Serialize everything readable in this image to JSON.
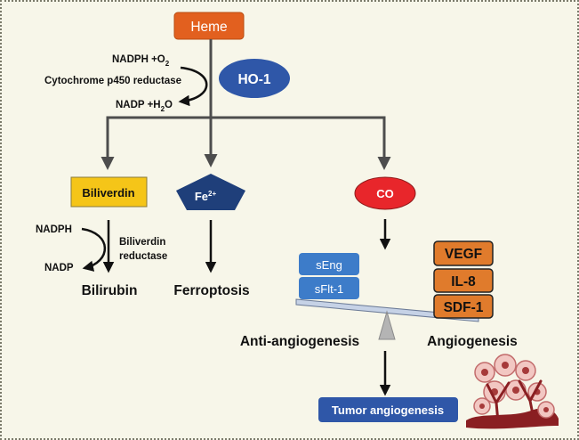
{
  "nodes": {
    "heme": "Heme",
    "ho1": "HO-1",
    "biliverdin": "Biliverdin",
    "fe": "Fe",
    "fe_charge": "2+",
    "co": "CO",
    "bilirubin": "Bilirubin",
    "ferroptosis": "Ferroptosis",
    "tumor_angiogenesis": "Tumor angiogenesis"
  },
  "reaction1": {
    "nadph_o2": "NADPH +O",
    "o2_sub": "2",
    "enzyme": "Cytochrome p450 reductase",
    "nadp_h2o_pre": "NADP +H",
    "h2o_sub": "2",
    "h2o_post": "O"
  },
  "reaction2": {
    "nadph": "NADPH",
    "nadp": "NADP",
    "enzyme_line1": "Biliverdin",
    "enzyme_line2": "reductase"
  },
  "balance": {
    "left_items": [
      "sEng",
      "sFlt-1"
    ],
    "right_items": [
      "VEGF",
      "IL-8",
      "SDF-1"
    ],
    "left_label": "Anti-angiogenesis",
    "right_label": "Angiogenesis"
  },
  "colors": {
    "heme_fill": "#e2601f",
    "ho1_fill": "#2f57a8",
    "biliverdin_fill": "#f5c518",
    "fe_fill": "#1f3f7a",
    "co_fill": "#e8262b",
    "left_box_fill": "#3d7cc9",
    "right_box_fill": "#e07b2c",
    "tumor_fill": "#2f57a8",
    "connector": "#4d4d4d"
  },
  "icons": [
    "tumor-cells-icon",
    "balance-pivot-icon"
  ]
}
